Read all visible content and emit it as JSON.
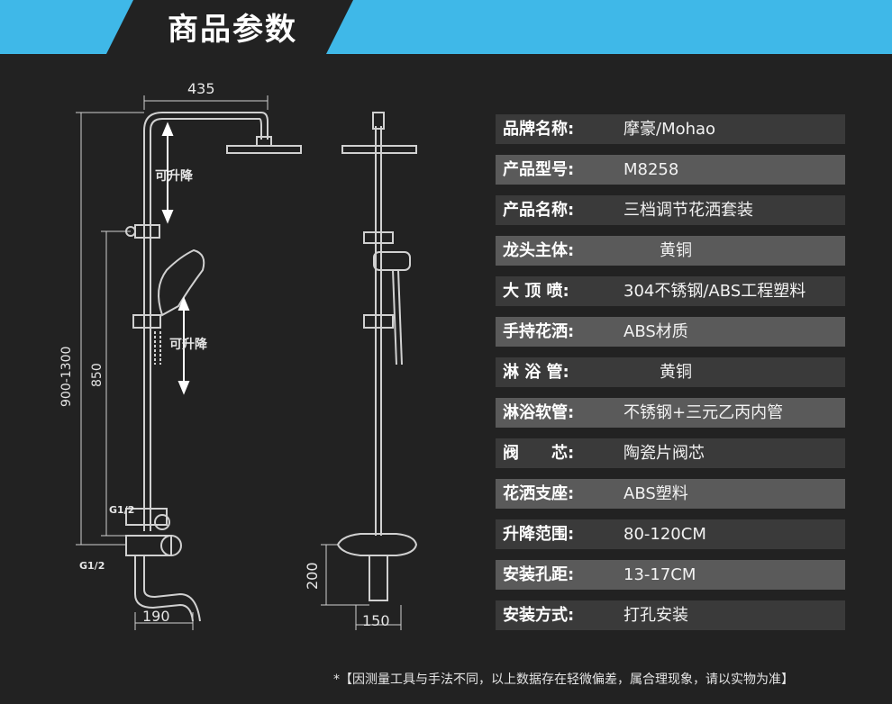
{
  "header": {
    "title": "商品参数",
    "accent_color": "#3fb8e8"
  },
  "diagram": {
    "dim_top": "435",
    "dim_total": "900-1300",
    "dim_height": "850",
    "label_adjust_1": "可升降",
    "label_adjust_2": "可升降",
    "thread_1": "G1/2",
    "thread_2": "G1/2",
    "dim_spout": "190",
    "dim_side_h": "200",
    "dim_side_w": "150"
  },
  "specs": [
    {
      "label": "品牌名称:",
      "value": "摩豪/Mohao"
    },
    {
      "label": "产品型号:",
      "value": "M8258"
    },
    {
      "label": "产品名称:",
      "value": "三档调节花洒套装"
    },
    {
      "label": "龙头主体:",
      "value": "黄铜"
    },
    {
      "label": "大 顶 喷:",
      "value": "304不锈钢/ABS工程塑料"
    },
    {
      "label": "手持花洒:",
      "value": "ABS材质"
    },
    {
      "label": "淋 浴 管:",
      "value": "黄铜"
    },
    {
      "label": "淋浴软管:",
      "value": "不锈钢+三元乙丙内管"
    },
    {
      "label": "阀　　芯:",
      "value": "陶瓷片阀芯"
    },
    {
      "label": "花洒支座:",
      "value": "ABS塑料"
    },
    {
      "label": "升降范围:",
      "value": "80-120CM"
    },
    {
      "label": "安装孔距:",
      "value": "13-17CM"
    },
    {
      "label": "安装方式:",
      "value": "打孔安装"
    }
  ],
  "footnote": "*【因测量工具与手法不同，以上数据存在轻微偏差，属合理现象，请以实物为准】"
}
